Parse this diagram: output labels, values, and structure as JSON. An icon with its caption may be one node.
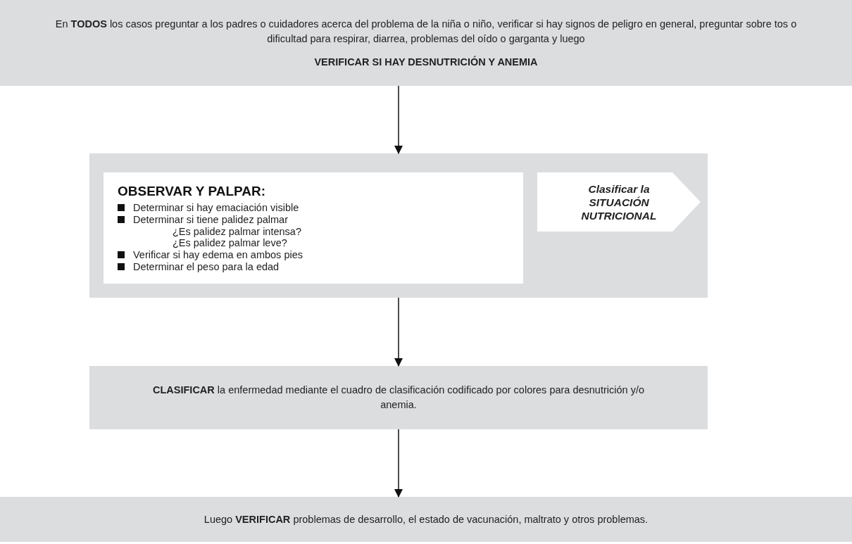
{
  "diagram": {
    "nodes": [
      {
        "text": [
          "En **TODOS** los casos preguntar a los padres o cuidadores acerca del problema de la niña o niño, verificar si hay signos de peligro en general, preguntar sobre tos o dificultad para respirar, diarrea, problemas del oído o garganta y luego",
          "VERIFICAR SI HAY DESNUTRICIÓN Y ANEMIA"
        ]
      },
      {
        "text": [],
        "shape": "box"
      },
      {
        "text": [
          "OBSERVAR Y PALPAR:",
          "Determinar si hay emaciación visible",
          "Determinar si tiene palidez palmar",
          "¿Es palidez palmar intensa?",
          "¿Es palidez palmar leve?",
          "Verificar si hay edema en ambos pies",
          "Determinar el peso para la edad"
        ],
        "in": 1
      },
      {
        "text": [
          "Clasificar la SITUACIÓN NUTRICIONAL"
        ],
        "in": 1
      },
      {
        "text": [
          "**CLASIFICAR** la enfermedad mediante el cuadro de clasificación codificado por colores para desnutrición y/o anemia."
        ]
      },
      {
        "text": [
          "Luego **VERIFICAR** problemas de desarrollo, el estado de vacunación, maltrato y otros problemas."
        ]
      }
    ],
    "edges": [
      {
        "from": 0,
        "to": 1,
        "arrow": "to"
      },
      {
        "from": 1,
        "to": 4,
        "arrow": "to"
      },
      {
        "from": 4,
        "to": 5,
        "arrow": "to"
      }
    ]
  }
}
